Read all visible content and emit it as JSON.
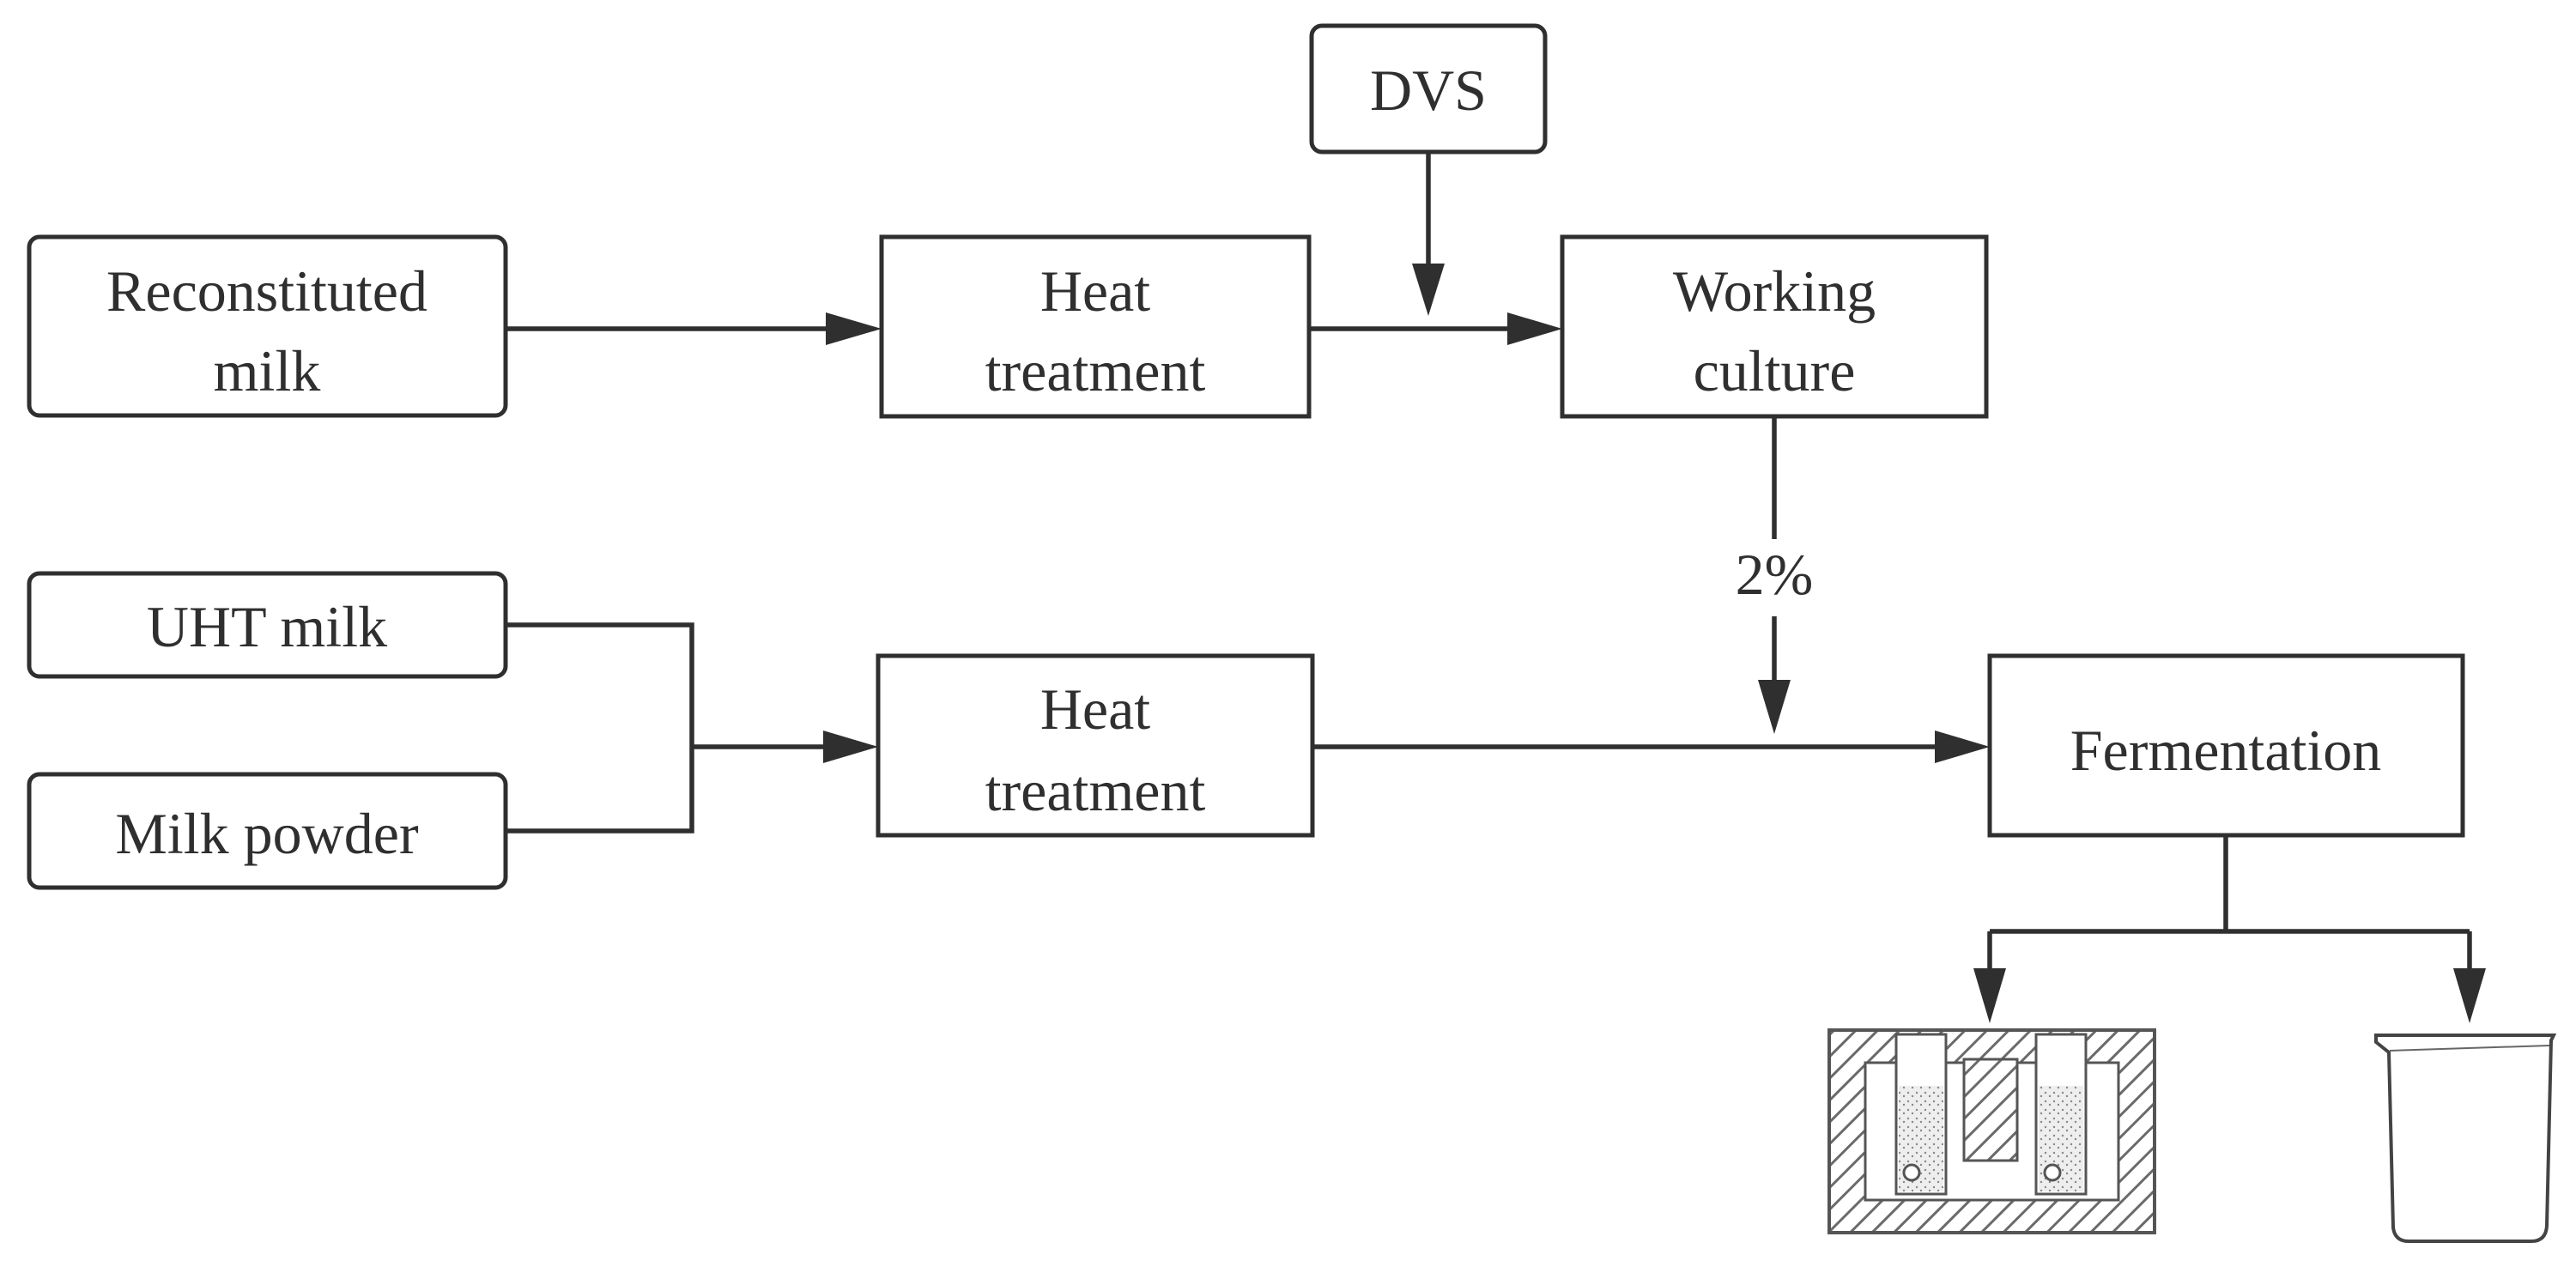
{
  "nodes": {
    "reconstituted_milk": {
      "line1": "Reconstituted",
      "line2": "milk"
    },
    "heat_treatment_top": {
      "line1": "Heat",
      "line2": "treatment"
    },
    "dvs": {
      "label": "DVS"
    },
    "working_culture": {
      "line1": "Working",
      "line2": "culture"
    },
    "uht_milk": {
      "label": "UHT milk"
    },
    "milk_powder": {
      "label": "Milk powder"
    },
    "heat_treatment_bottom": {
      "line1": "Heat",
      "line2": "treatment"
    },
    "fermentation": {
      "label": "Fermentation"
    }
  },
  "edges": {
    "inoculum_label": "2%"
  },
  "outputs": {
    "left_icon": "water-bath-icon",
    "right_icon": "beaker-icon"
  }
}
